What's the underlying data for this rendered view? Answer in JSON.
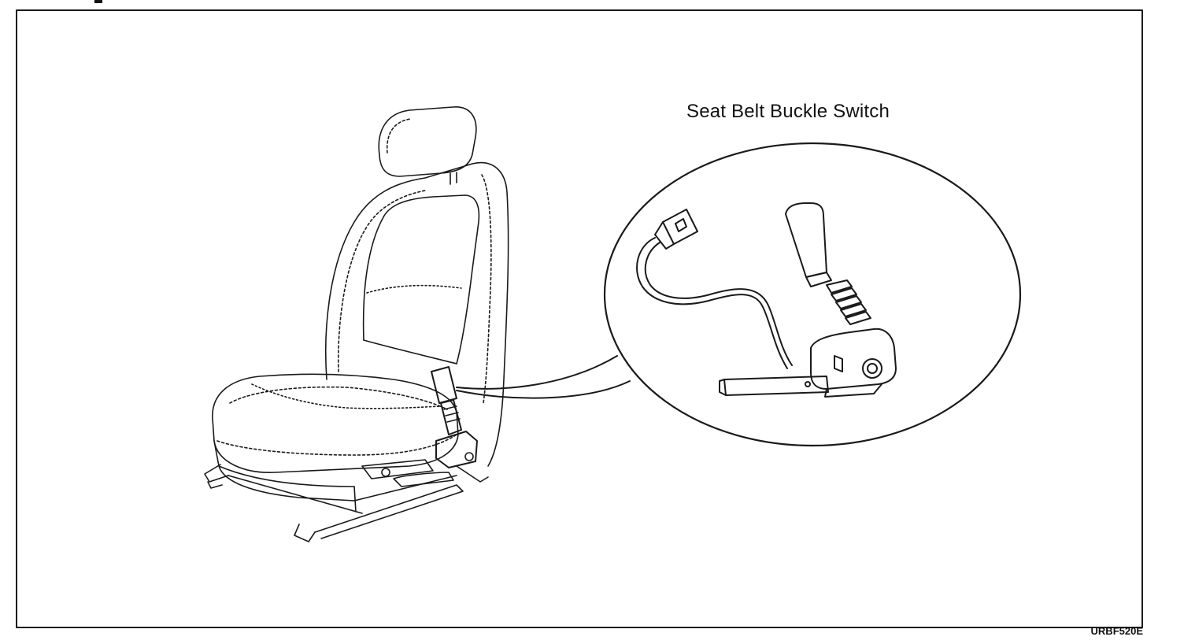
{
  "diagram": {
    "callout_label": "Seat Belt Buckle Switch",
    "figure_code": "URBF520E"
  },
  "colors": {
    "ink": "#111111",
    "paper": "#ffffff",
    "border": "#1a1a1a"
  },
  "icons": {
    "seat": "car-seat-illustration",
    "buckle": "seat-belt-buckle-illustration",
    "connector": "wire-connector-illustration"
  }
}
